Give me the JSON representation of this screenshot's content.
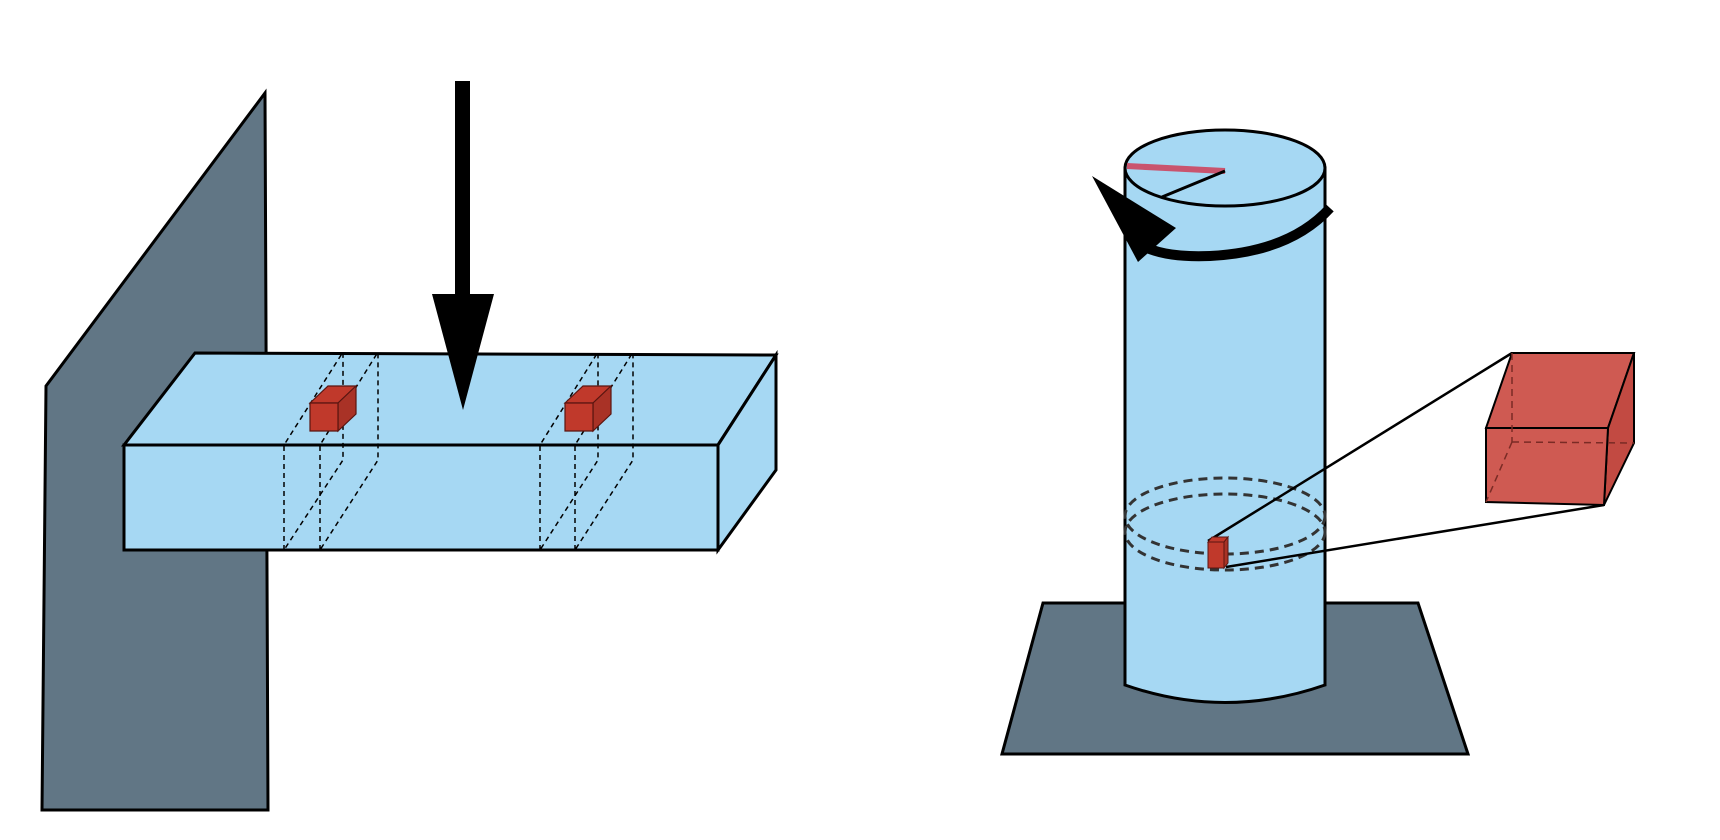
{
  "figure": {
    "panels": [
      {
        "id": "cantilever-beam",
        "load": "downward-point-load",
        "elements_marked": 2
      },
      {
        "id": "cylinder-in-torsion",
        "load": "torque-about-axis",
        "elements_marked": 1
      }
    ]
  },
  "colors": {
    "background": "#ffffff",
    "body_fill": "#a6d8f3",
    "support_fill": "#617685",
    "element_fill": "#c0392b",
    "element_zoom_fill": "#cf5a52",
    "radius_line": "#c9546e",
    "outline": "#000000",
    "dashed": "#333333"
  }
}
